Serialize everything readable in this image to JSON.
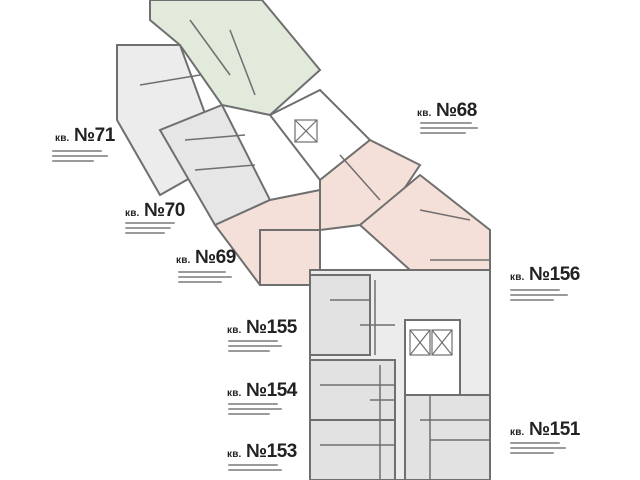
{
  "apartments": [
    {
      "id": "68",
      "kv": "кв.",
      "no": "№68"
    },
    {
      "id": "71",
      "kv": "кв.",
      "no": "№71"
    },
    {
      "id": "70",
      "kv": "кв.",
      "no": "№70"
    },
    {
      "id": "69",
      "kv": "кв.",
      "no": "№69"
    },
    {
      "id": "156",
      "kv": "кв.",
      "no": "№156"
    },
    {
      "id": "155",
      "kv": "кв.",
      "no": "№155"
    },
    {
      "id": "154",
      "kv": "кв.",
      "no": "№154"
    },
    {
      "id": "153",
      "kv": "кв.",
      "no": "№153"
    },
    {
      "id": "151",
      "kv": "кв.",
      "no": "№151"
    }
  ],
  "colors": {
    "wall": "#6f6f6f",
    "room_green": "#e1eadb",
    "room_pink": "#f5e0d9",
    "room_gray": "#e2e2e2",
    "room_white": "#ffffff",
    "line": "#9a9a9a"
  }
}
